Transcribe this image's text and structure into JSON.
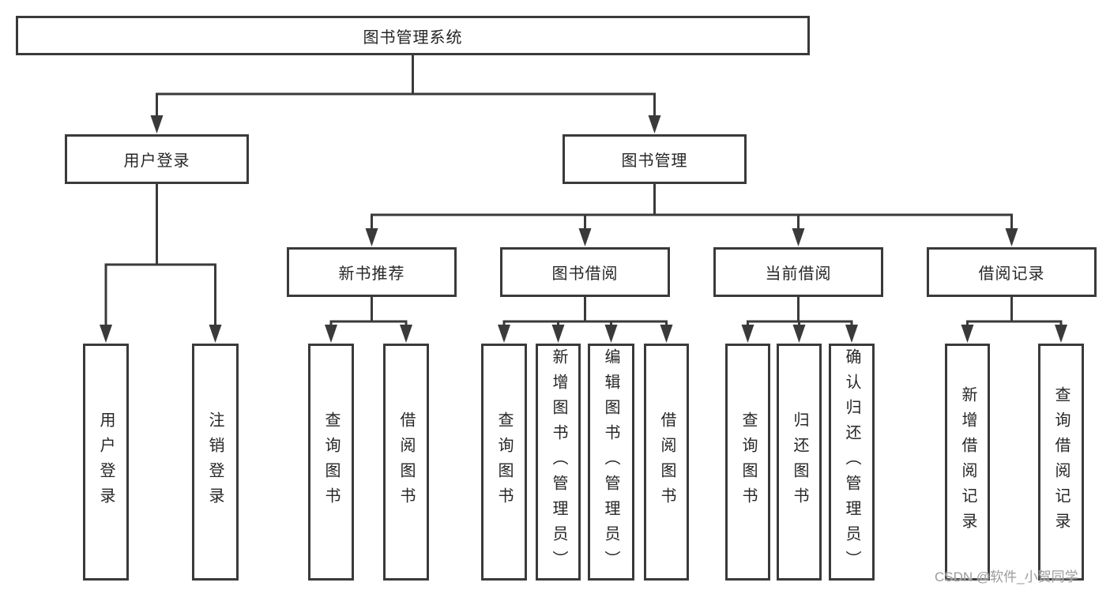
{
  "diagram": {
    "nodes": {
      "root": {
        "label": "图书管理系统"
      },
      "login": {
        "label": "用户登录"
      },
      "mgmt": {
        "label": "图书管理"
      },
      "recommend": {
        "label": "新书推荐"
      },
      "borrow": {
        "label": "图书借阅"
      },
      "current": {
        "label": "当前借阅"
      },
      "records": {
        "label": "借阅记录"
      },
      "login_user": {
        "label": "用户登录"
      },
      "logout": {
        "label": "注销登录"
      },
      "rec_query": {
        "label": "查询图书"
      },
      "rec_borrow": {
        "label": "借阅图书"
      },
      "bor_query": {
        "label": "查询图书"
      },
      "bor_add": {
        "label": "新增图书（管理员）"
      },
      "bor_edit": {
        "label": "编辑图书（管理员）"
      },
      "bor_borrow": {
        "label": "借阅图书"
      },
      "cur_query": {
        "label": "查询图书"
      },
      "cur_return": {
        "label": "归还图书"
      },
      "cur_confirm": {
        "label": "确认归还（管理员）"
      },
      "rec_add": {
        "label": "新增借阅记录"
      },
      "rec_q": {
        "label": "查询借阅记录"
      }
    },
    "hierarchy": [
      {
        "parent": "root",
        "children": [
          "login",
          "mgmt"
        ]
      },
      {
        "parent": "login",
        "children": [
          "login_user",
          "logout"
        ]
      },
      {
        "parent": "mgmt",
        "children": [
          "recommend",
          "borrow",
          "current",
          "records"
        ]
      },
      {
        "parent": "recommend",
        "children": [
          "rec_query",
          "rec_borrow"
        ]
      },
      {
        "parent": "borrow",
        "children": [
          "bor_query",
          "bor_add",
          "bor_edit",
          "bor_borrow"
        ]
      },
      {
        "parent": "current",
        "children": [
          "cur_query",
          "cur_return",
          "cur_confirm"
        ]
      },
      {
        "parent": "records",
        "children": [
          "rec_add",
          "rec_q"
        ]
      }
    ],
    "colors": {
      "line": "#3a3a3a",
      "text": "#262626",
      "background": "#ffffff",
      "watermark": "#9c9c9c"
    },
    "watermark": "CSDN @软件_小贺同学"
  }
}
